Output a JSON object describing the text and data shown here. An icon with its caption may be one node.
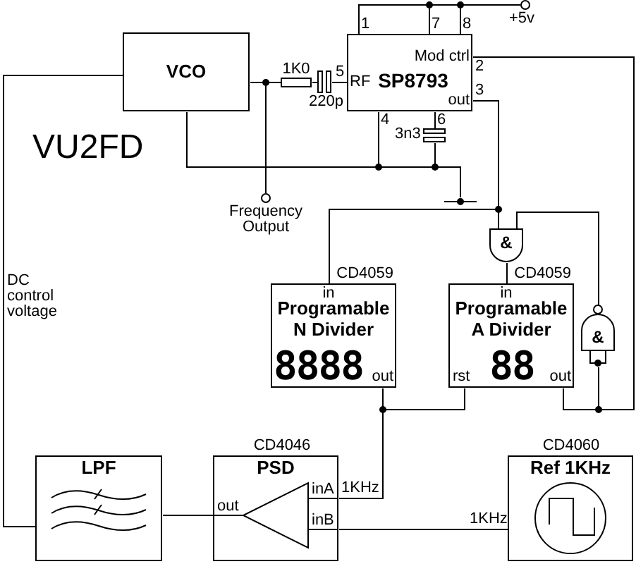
{
  "diagram": {
    "nodes": [
      {
        "text": [
          "VCO"
        ]
      },
      {
        "text": [],
        "shape": "resistor",
        "beside": [
          "1K0"
        ]
      },
      {
        "text": [],
        "shape": "capacitor",
        "beside": [
          "220p"
        ]
      },
      {
        "text": [
          "Mod ctrl",
          "RF",
          "SP8793",
          "out"
        ],
        "beside": [
          "1",
          "7",
          "8",
          "2",
          "5",
          "3",
          "4",
          "6"
        ]
      },
      {
        "text": [],
        "shape": "circle",
        "beside": [
          "+5v"
        ]
      },
      {
        "text": [],
        "shape": "capacitor",
        "beside": [
          "3n3"
        ]
      },
      {
        "text": [],
        "shape": "circle",
        "beside": [
          "Frequency Output"
        ]
      },
      {
        "text": [],
        "shape": "ground"
      },
      {
        "text": [
          "&"
        ]
      },
      {
        "text": [
          "CD4059",
          "in",
          "Programable N Divider",
          "8888",
          "out"
        ]
      },
      {
        "text": [
          "CD4059",
          "in",
          "Programable A Divider",
          "rst",
          "88",
          "out"
        ]
      },
      {
        "text": [
          "&"
        ]
      },
      {
        "text": [
          "LPF"
        ]
      },
      {
        "text": [
          "CD4046",
          "PSD",
          "out",
          "inA",
          "inB"
        ]
      },
      {
        "text": [
          "CD4060",
          "Ref 1KHz"
        ]
      }
    ],
    "edges": [
      {
        "from": 0,
        "to": 1,
        "arrow": "none"
      },
      {
        "from": 1,
        "to": 2,
        "arrow": "none"
      },
      {
        "from": 2,
        "to": 3,
        "arrow": "none"
      },
      {
        "from": 0,
        "to": 6,
        "arrow": "none"
      },
      {
        "from": 3,
        "to": 4,
        "arrow": "none"
      },
      {
        "from": 0,
        "to": 7,
        "arrow": "none"
      },
      {
        "from": 3,
        "to": 7,
        "arrow": "none"
      },
      {
        "from": 3,
        "to": 5,
        "arrow": "none"
      },
      {
        "from": 5,
        "to": 7,
        "arrow": "none"
      },
      {
        "from": 3,
        "to": 8,
        "arrow": "none"
      },
      {
        "from": 3,
        "to": 9,
        "arrow": "none"
      },
      {
        "from": 11,
        "to": 8,
        "arrow": "none"
      },
      {
        "from": 8,
        "to": 10,
        "arrow": "none"
      },
      {
        "from": 10,
        "to": 11,
        "arrow": "none"
      },
      {
        "from": 10,
        "to": 3,
        "arrow": "none"
      },
      {
        "from": 9,
        "to": 10,
        "arrow": "none"
      },
      {
        "from": 9,
        "to": 13,
        "label": "1KHz",
        "arrow": "none"
      },
      {
        "from": 14,
        "to": 13,
        "label": "1KHz",
        "arrow": "none"
      },
      {
        "from": 13,
        "to": 12,
        "arrow": "none"
      },
      {
        "from": 12,
        "to": 0,
        "label": "DC control voltage",
        "arrow": "none"
      }
    ],
    "labels": [
      "VU2FD"
    ]
  }
}
